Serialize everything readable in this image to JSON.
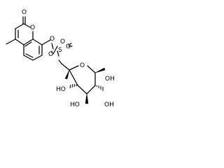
{
  "atoms": {
    "carbonyl_o": "O",
    "ring_o": "O",
    "ether_o": "O",
    "sulfonyl_o_top": "O",
    "sulfur": "S",
    "sulfonyl_o_right": "O",
    "ester_o": "O",
    "pyranose_o": "O",
    "oh_c4": "HO",
    "oh_c3": "HO",
    "oh_c2": "OH",
    "oh_c1": "OH"
  }
}
